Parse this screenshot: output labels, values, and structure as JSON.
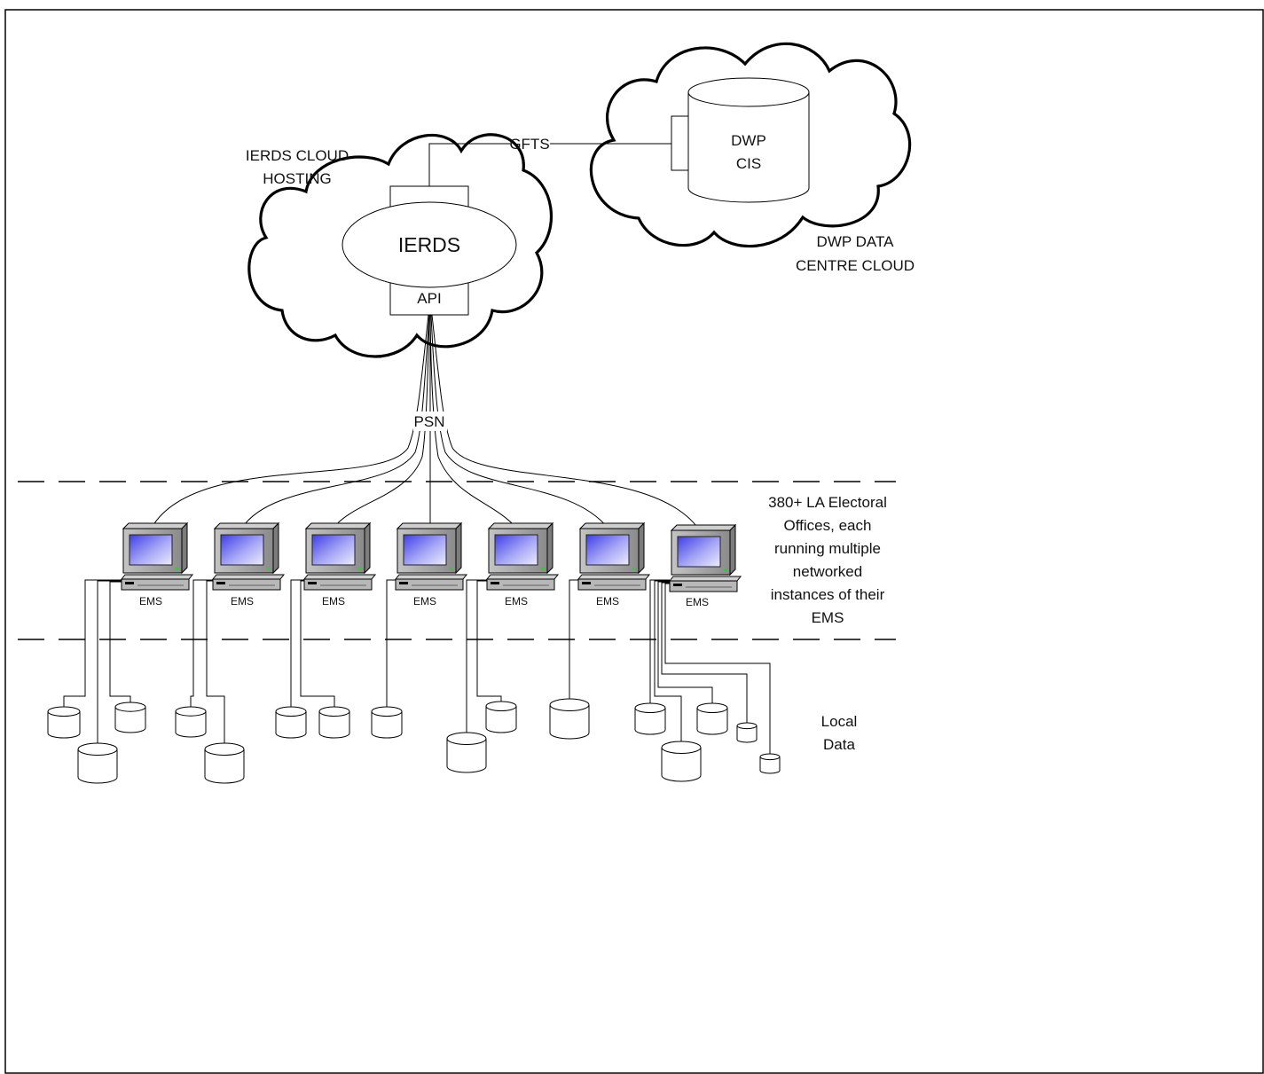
{
  "labels": {
    "ierds_cloud_line1": "IERDS CLOUD",
    "ierds_cloud_line2": "HOSTING",
    "ierds": "IERDS",
    "api": "API",
    "gfts": "GFTS",
    "dwp_cis_line1": "DWP",
    "dwp_cis_line2": "CIS",
    "dwp_cloud_line1": "DWP DATA",
    "dwp_cloud_line2": "CENTRE CLOUD",
    "psn": "PSN",
    "offices_lines": [
      "380+ LA Electoral",
      "Offices, each",
      "running multiple",
      "networked",
      "instances of their",
      "EMS"
    ],
    "local_data_line1": "Local",
    "local_data_line2": "Data"
  },
  "ems_label": "EMS",
  "ems_count": 7,
  "colors": {
    "screen_blue": "#5a5af0",
    "computer_gray": "#9a9a9a",
    "line": "#000000"
  },
  "icons": [
    "cloud-icon",
    "database-icon",
    "computer-icon"
  ]
}
